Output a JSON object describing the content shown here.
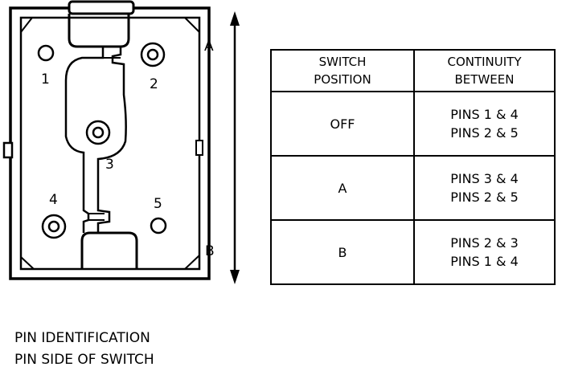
{
  "switch_body": {
    "pin_labels": [
      "1",
      "2",
      "3",
      "4",
      "5"
    ],
    "direction_top": "A",
    "direction_bottom": "B"
  },
  "table": {
    "headers": [
      [
        "SWITCH",
        "POSITION"
      ],
      [
        "CONTINUITY",
        "BETWEEN"
      ]
    ],
    "rows": [
      {
        "position": "OFF",
        "continuity": [
          "PINS 1 & 4",
          "PINS 2 & 5"
        ]
      },
      {
        "position": "A",
        "continuity": [
          "PINS 3 & 4",
          "PINS 2 & 5"
        ]
      },
      {
        "position": "B",
        "continuity": [
          "PINS 2 & 3",
          "PINS 1 & 4"
        ]
      }
    ]
  },
  "caption": {
    "line1": "PIN IDENTIFICATION",
    "line2": "PIN SIDE OF SWITCH"
  }
}
